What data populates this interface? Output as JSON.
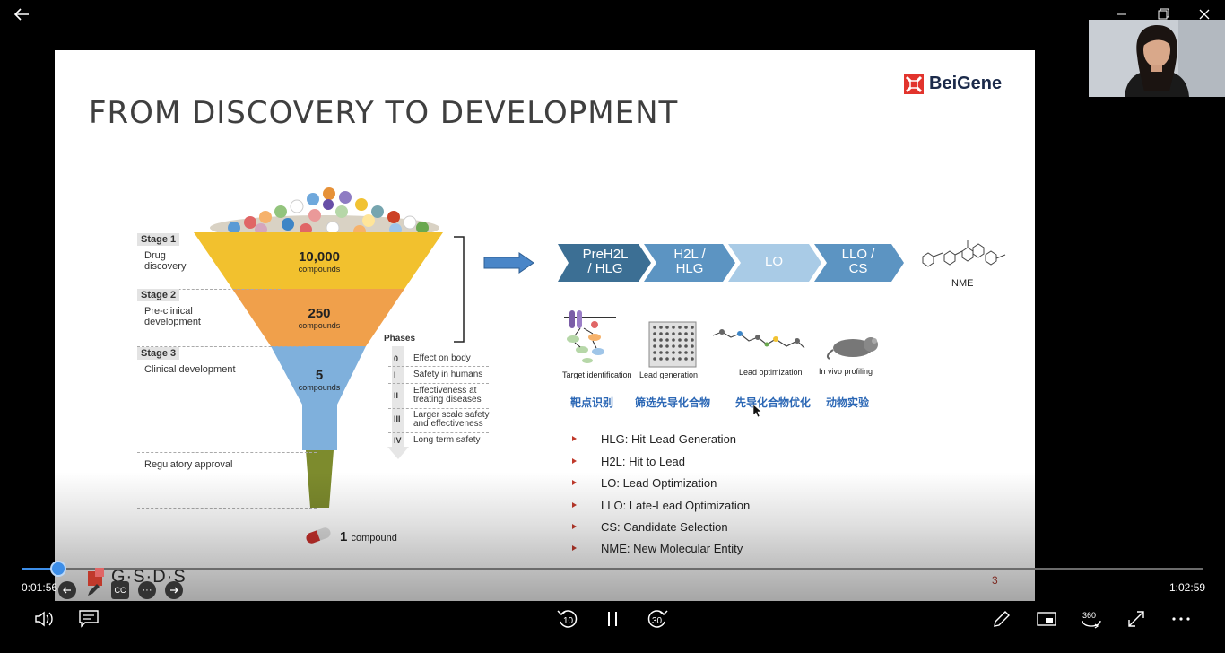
{
  "player": {
    "current_time": "0:01:56",
    "total_time": "1:02:59",
    "progress": 0.031,
    "skip_back_seconds": "10",
    "skip_forward_seconds": "30",
    "badge_360": "360"
  },
  "watermark": {
    "text": "G·S·D·S",
    "cc": "CC",
    "more": "···"
  },
  "slide": {
    "title": "FROM DISCOVERY TO DEVELOPMENT",
    "logo": "BeiGene",
    "page_number": "3",
    "funnel": {
      "stages": [
        {
          "tag": "Stage 1",
          "desc_line1": "Drug",
          "desc_line2": "discovery"
        },
        {
          "tag": "Stage 2",
          "desc_line1": "Pre-clinical",
          "desc_line2": "development"
        },
        {
          "tag": "Stage 3",
          "desc_line1": "Clinical development",
          "desc_line2": ""
        }
      ],
      "regulatory": "Regulatory approval",
      "levels": [
        {
          "value": "10,000",
          "unit": "compounds"
        },
        {
          "value": "250",
          "unit": "compounds"
        },
        {
          "value": "5",
          "unit": "compounds"
        }
      ],
      "final_value": "1",
      "final_unit": "compound"
    },
    "phases": {
      "label": "Phases",
      "items": [
        {
          "num": "0",
          "line1": "Effect on body",
          "line2": ""
        },
        {
          "num": "I",
          "line1": "Safety in humans",
          "line2": ""
        },
        {
          "num": "II",
          "line1": "Effectiveness at",
          "line2": "treating diseases"
        },
        {
          "num": "III",
          "line1": "Larger scale safety",
          "line2": "and effectiveness"
        },
        {
          "num": "IV",
          "line1": "Long term safety",
          "line2": ""
        }
      ]
    },
    "pipeline": {
      "steps": [
        {
          "line1": "PreH2L",
          "line2": "/ HLG",
          "color": "#3c6f94"
        },
        {
          "line1": "H2L /",
          "line2": "HLG",
          "color": "#5c94c2"
        },
        {
          "line1": "LO",
          "line2": "",
          "color": "#a9cbe6"
        },
        {
          "line1": "LLO  /",
          "line2": "CS",
          "color": "#5c94c2"
        }
      ],
      "end_label": "NME"
    },
    "icons": [
      {
        "caption": "Target identification",
        "cn": "靶点识别"
      },
      {
        "caption": "Lead generation",
        "cn": "筛选先导化合物"
      },
      {
        "caption": "Lead optimization",
        "cn": "先导化合物优化"
      },
      {
        "caption": "In vivo profiling",
        "cn": "动物实验"
      }
    ],
    "definitions": [
      "HLG: Hit-Lead Generation",
      "H2L: Hit to Lead",
      "LO: Lead Optimization",
      "LLO: Late-Lead Optimization",
      "CS: Candidate Selection",
      "NME: New Molecular Entity"
    ]
  },
  "colors": {
    "accent": "#3d8ee8",
    "funnel_yellow": "#f2c12e",
    "funnel_orange": "#f0a04b",
    "funnel_blue": "#7fb0dc",
    "funnel_green": "#7d8b2d",
    "bullet_red": "#c0392b",
    "cn_blue": "#2b67b5"
  }
}
